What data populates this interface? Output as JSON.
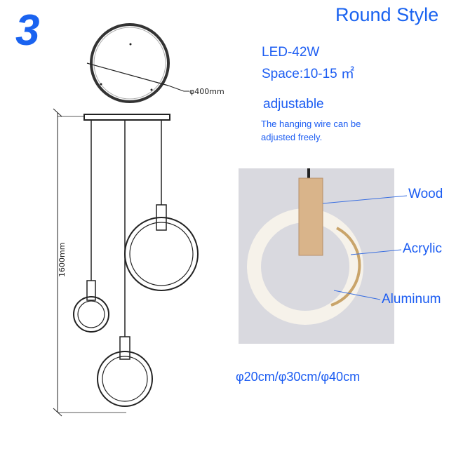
{
  "badge_number": "3",
  "title": "Round Style",
  "specs": {
    "power": "LED-42W",
    "space": "Space:10-15 ㎡",
    "feature": "adjustable",
    "feature_desc": "The hanging wire can be adjusted freely."
  },
  "drawing": {
    "diameter_label": "φ400mm",
    "height_label": "1600mm"
  },
  "photo_labels": {
    "wood": "Wood",
    "acrylic": "Acrylic",
    "aluminum": "Aluminum"
  },
  "sizes": "φ20cm/φ30cm/φ40cm",
  "colors": {
    "accent": "#1a63f0",
    "photo_bg": "#d9d9df",
    "wood": "#d9b48a"
  }
}
